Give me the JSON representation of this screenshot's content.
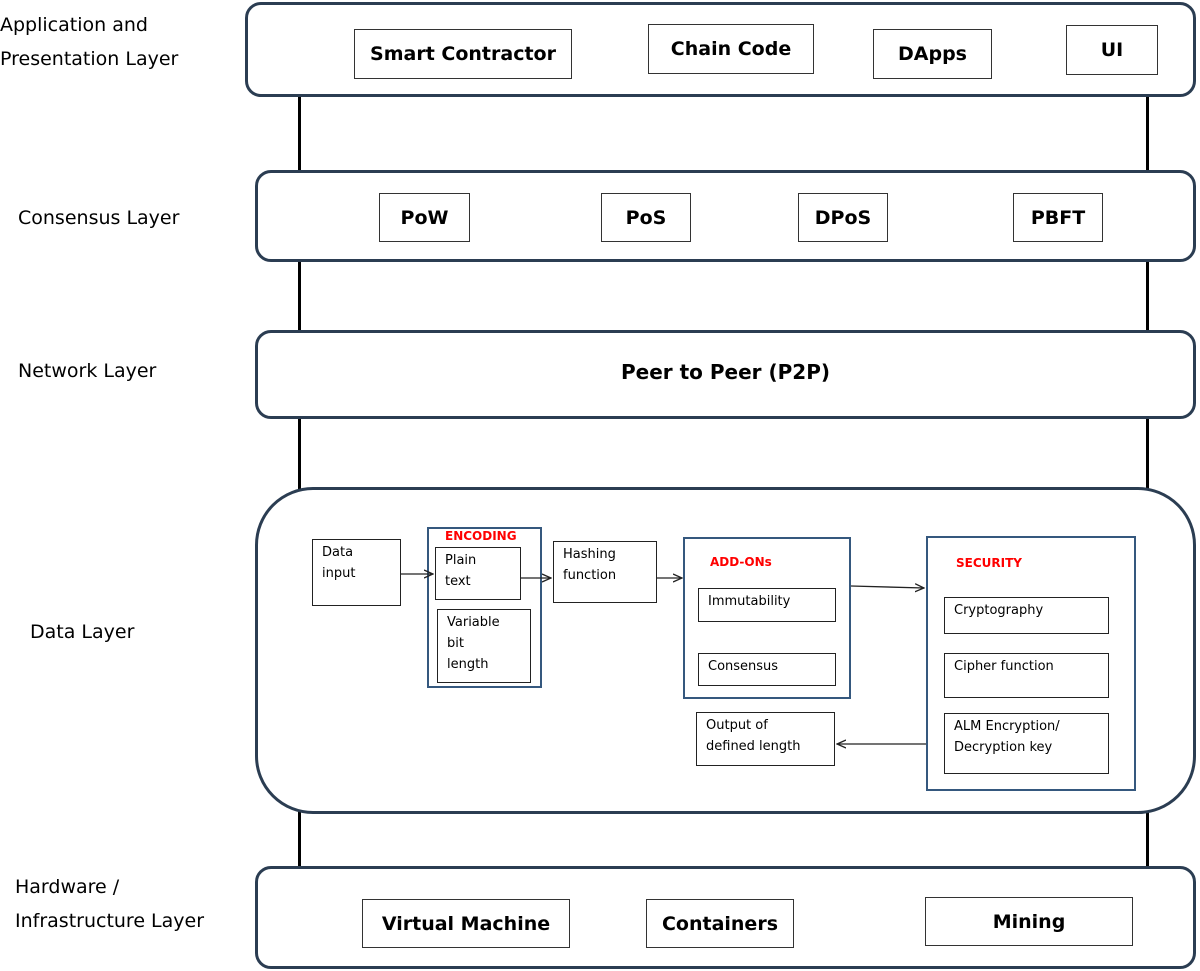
{
  "layers": [
    {
      "id": "application",
      "label": "Application and\nPresentation Layer",
      "components": [
        "Smart Contractor",
        "Chain Code",
        "DApps",
        "UI"
      ]
    },
    {
      "id": "consensus",
      "label": "Consensus Layer",
      "components": [
        "PoW",
        "PoS",
        "DPoS",
        "PBFT"
      ]
    },
    {
      "id": "network",
      "label": "Network Layer",
      "components": [
        "Peer to Peer (P2P)"
      ]
    },
    {
      "id": "data",
      "label": "Data Layer"
    },
    {
      "id": "hardware",
      "label": "Hardware /\nInfrastructure Layer",
      "components": [
        "Virtual Machine",
        "Containers",
        "Mining"
      ]
    }
  ],
  "data_layer": {
    "data_input": "Data\ninput",
    "encoding": {
      "title": "ENCODING",
      "items": [
        "Plain\ntext",
        "Variable\nbit\nlength"
      ]
    },
    "hashing": "Hashing\nfunction",
    "addons": {
      "title": "ADD-ONs",
      "items": [
        "Immutability",
        "Consensus"
      ]
    },
    "security": {
      "title": "SECURITY",
      "items": [
        "Cryptography",
        "Cipher function",
        "ALM Encryption/\nDecryption key"
      ]
    },
    "output": "Output of\ndefined length"
  },
  "colors": {
    "layer_border": "#2b3d52",
    "group_border": "#35587e",
    "title_red": "#ff0000"
  }
}
